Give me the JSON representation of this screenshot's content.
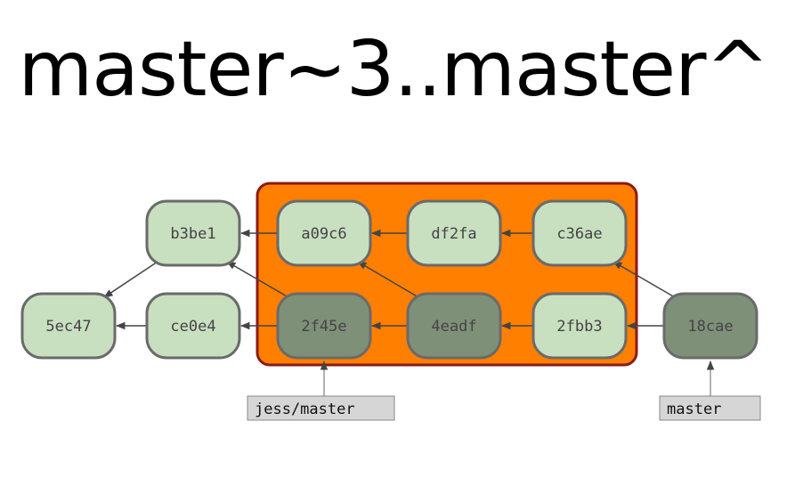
{
  "title": "master~3..master^",
  "colors": {
    "range_fill": "#ff7f00",
    "range_stroke": "#8b1a1a",
    "commit_light": "#c8dfc0",
    "commit_dark": "#7f9079",
    "commit_stroke": "#6a6a6a",
    "ref_fill": "#d6d6d6",
    "ref_stroke": "#888888",
    "arrow": "#444444"
  },
  "commits": [
    {
      "id": "b3be1",
      "shade": "light"
    },
    {
      "id": "a09c6",
      "shade": "light"
    },
    {
      "id": "df2fa",
      "shade": "light"
    },
    {
      "id": "c36ae",
      "shade": "light"
    },
    {
      "id": "5ec47",
      "shade": "light"
    },
    {
      "id": "ce0e4",
      "shade": "light"
    },
    {
      "id": "2f45e",
      "shade": "dark"
    },
    {
      "id": "4eadf",
      "shade": "dark"
    },
    {
      "id": "2fbb3",
      "shade": "light"
    },
    {
      "id": "18cae",
      "shade": "dark"
    }
  ],
  "refs": [
    {
      "label": "jess/master",
      "target": "2f45e"
    },
    {
      "label": "master",
      "target": "18cae"
    }
  ],
  "edges": [
    {
      "from": "a09c6",
      "to": "b3be1"
    },
    {
      "from": "df2fa",
      "to": "a09c6"
    },
    {
      "from": "c36ae",
      "to": "df2fa"
    },
    {
      "from": "b3be1",
      "to": "5ec47"
    },
    {
      "from": "ce0e4",
      "to": "5ec47"
    },
    {
      "from": "2f45e",
      "to": "ce0e4"
    },
    {
      "from": "2f45e",
      "to": "b3be1"
    },
    {
      "from": "4eadf",
      "to": "2f45e"
    },
    {
      "from": "4eadf",
      "to": "a09c6"
    },
    {
      "from": "2fbb3",
      "to": "4eadf"
    },
    {
      "from": "18cae",
      "to": "2fbb3"
    },
    {
      "from": "18cae",
      "to": "c36ae"
    }
  ]
}
